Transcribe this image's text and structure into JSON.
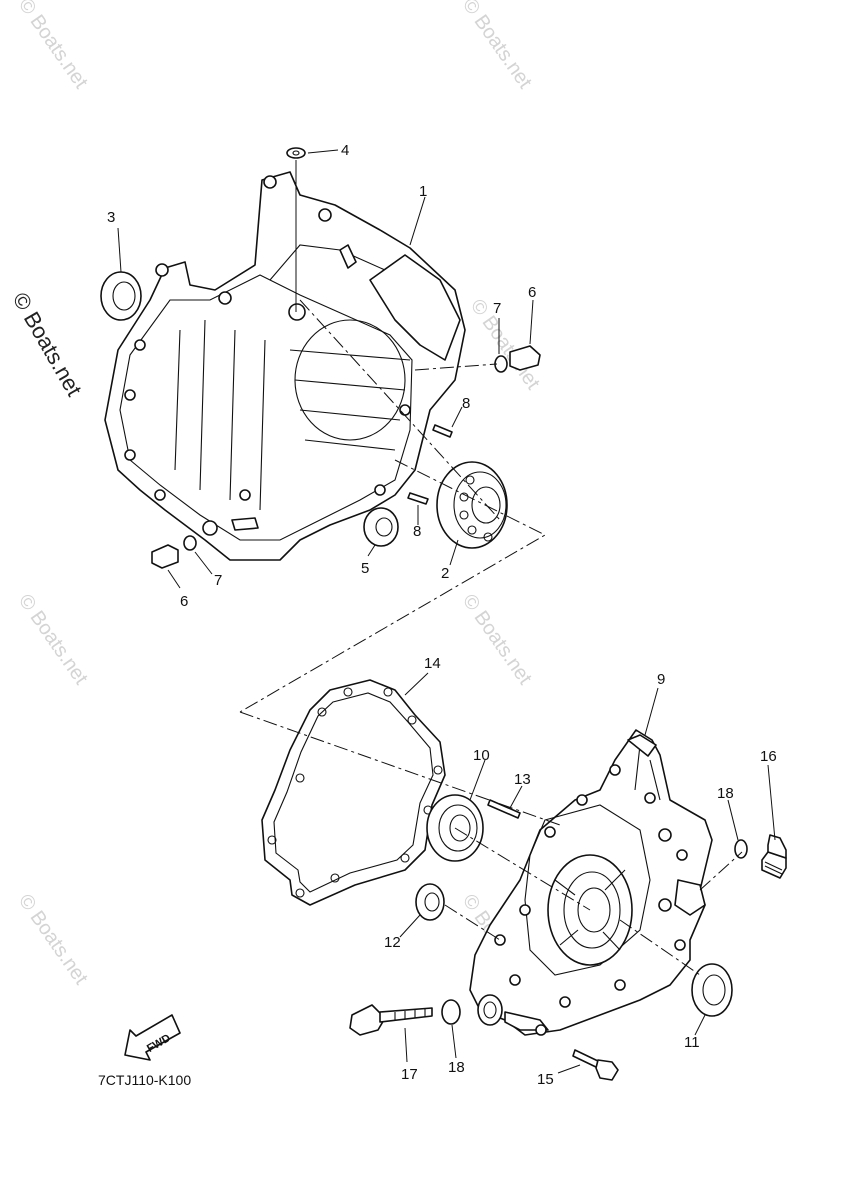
{
  "watermark": "© Boats.net",
  "diagram_code": "7CTJ110-K100",
  "fwd_label": "FWD",
  "callouts": [
    "1",
    "2",
    "3",
    "4",
    "5",
    "6",
    "6",
    "7",
    "7",
    "8",
    "8",
    "9",
    "10",
    "11",
    "12",
    "13",
    "14",
    "15",
    "16",
    "17",
    "18",
    "18"
  ]
}
